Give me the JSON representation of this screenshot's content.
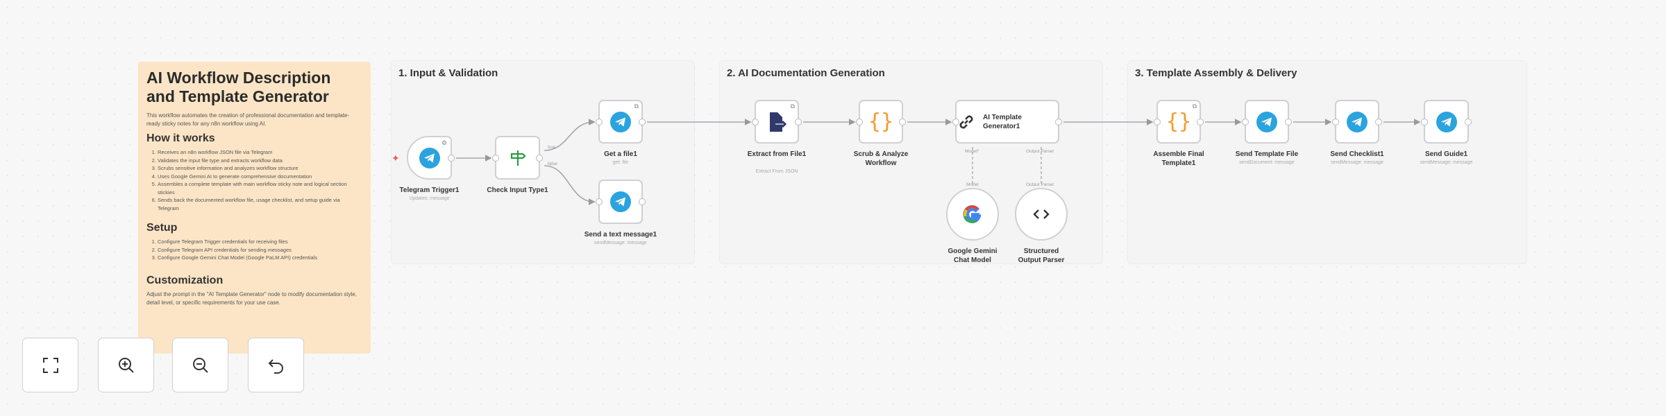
{
  "sticky": {
    "title": "AI Workflow Description and Template Generator",
    "intro": "This workflow automates the creation of professional documentation and template-ready sticky notes for any n8n workflow using AI.",
    "how_heading": "How it works",
    "how_items": [
      "Receives an n8n workflow JSON file via Telegram",
      "Validates the input file type and extracts workflow data",
      "Scrubs sensitive information and analyzes workflow structure",
      "Uses Google Gemini AI to generate comprehensive documentation",
      "Assembles a complete template with main workflow sticky note and logical section stickies",
      "Sends back the documented workflow file, usage checklist, and setup guide via Telegram"
    ],
    "setup_heading": "Setup",
    "setup_items": [
      "Configure Telegram Trigger credentials for receiving files",
      "Configure Telegram API credentials for sending messages",
      "Configure Google Gemini Chat Model (Google PaLM API) credentials"
    ],
    "custom_heading": "Customization",
    "custom_text": "Adjust the prompt in the \"AI Template Generator\" node to modify documentation style, detail level, or specific requirements for your use case."
  },
  "groups": [
    {
      "title": "1. Input & Validation"
    },
    {
      "title": "2. AI Documentation Generation"
    },
    {
      "title": "3. Template Assembly & Delivery"
    }
  ],
  "nodes": [
    {
      "name": "Telegram Trigger1",
      "subtitle": "Updates: message",
      "icon": "telegram-icon"
    },
    {
      "name": "Check Input Type1",
      "subtitle": "",
      "icon": "signpost-icon"
    },
    {
      "name": "Get a file1",
      "subtitle": "get: file",
      "icon": "telegram-icon"
    },
    {
      "name": "Send a text message1",
      "subtitle": "sendMessage: message",
      "icon": "telegram-icon"
    },
    {
      "name": "Extract from File1",
      "subtitle": "Extract From JSON",
      "icon": "extract-file-icon"
    },
    {
      "name": "Scrub & Analyze Workflow",
      "subtitle": "",
      "icon": "code-braces-icon"
    },
    {
      "name": "AI Template Generator1",
      "subtitle": "",
      "icon": "chain-link-icon"
    },
    {
      "name": "Google Gemini Chat Model",
      "subtitle": "",
      "icon": "google-icon"
    },
    {
      "name": "Structured Output Parser",
      "subtitle": "",
      "icon": "code-brackets-icon"
    },
    {
      "name": "Assemble Final Template1",
      "subtitle": "",
      "icon": "code-braces-icon"
    },
    {
      "name": "Send Template File",
      "subtitle": "sendDocument: message",
      "icon": "telegram-icon"
    },
    {
      "name": "Send Checklist1",
      "subtitle": "sendMessage: message",
      "icon": "telegram-icon"
    },
    {
      "name": "Send Guide1",
      "subtitle": "sendMessage: message",
      "icon": "telegram-icon"
    }
  ],
  "port_labels": {
    "true": "true",
    "false": "false",
    "model_out": "Model*",
    "parser_out": "Output Parser",
    "model_in": "Model",
    "parser_in": "Output Parser"
  },
  "controls": [
    {
      "name": "fit-view",
      "icon": "fit-view-icon"
    },
    {
      "name": "zoom-in",
      "icon": "zoom-in-icon"
    },
    {
      "name": "zoom-out",
      "icon": "zoom-out-icon"
    },
    {
      "name": "undo",
      "icon": "undo-icon"
    }
  ],
  "colors": {
    "telegram": "#2aa3df",
    "sticky": "#fbe5c6",
    "code": "#f59b2b",
    "if": "#2b9b48",
    "extract": "#2f3a6b"
  }
}
